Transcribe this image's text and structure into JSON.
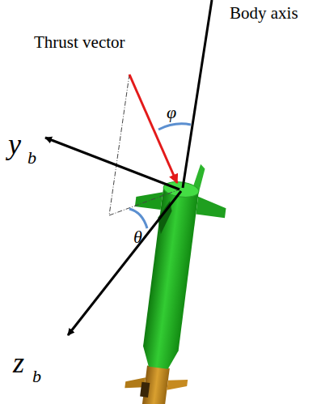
{
  "diagram": {
    "labels": [
      "Body axis",
      "Thrust vector",
      "φ",
      "y",
      "b",
      "θ",
      "z",
      "b"
    ]
  }
}
